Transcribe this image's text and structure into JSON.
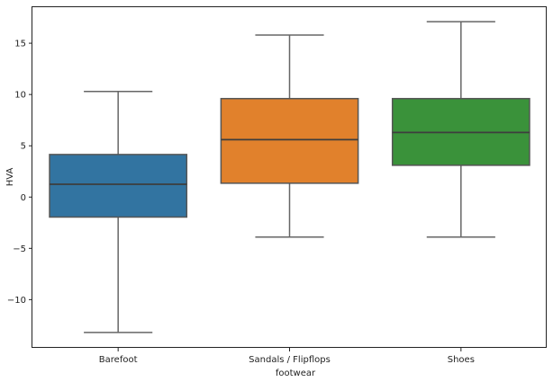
{
  "chart_data": {
    "type": "box",
    "title": "",
    "xlabel": "footwear",
    "ylabel": "HVA",
    "categories": [
      "Barefoot",
      "Sandals / Flipflops",
      "Shoes"
    ],
    "colors": [
      "#3274a1",
      "#e1812c",
      "#3a923a"
    ],
    "series": [
      {
        "name": "Barefoot",
        "whisker_low": -13.2,
        "q1": -1.95,
        "median": 1.25,
        "q3": 4.15,
        "whisker_high": 10.3
      },
      {
        "name": "Sandals / Flipflops",
        "whisker_low": -3.9,
        "q1": 1.35,
        "median": 5.6,
        "q3": 9.6,
        "whisker_high": 15.8
      },
      {
        "name": "Shoes",
        "whisker_low": -3.9,
        "q1": 3.1,
        "median": 6.3,
        "q3": 9.6,
        "whisker_high": 17.1
      }
    ],
    "yticks": [
      -10,
      -5,
      0,
      5,
      10,
      15
    ],
    "ytick_labels": [
      "−10",
      "−5",
      "0",
      "5",
      "10",
      "15"
    ],
    "ylim": [
      -14.7,
      18.6
    ],
    "grid": false,
    "legend": null
  }
}
